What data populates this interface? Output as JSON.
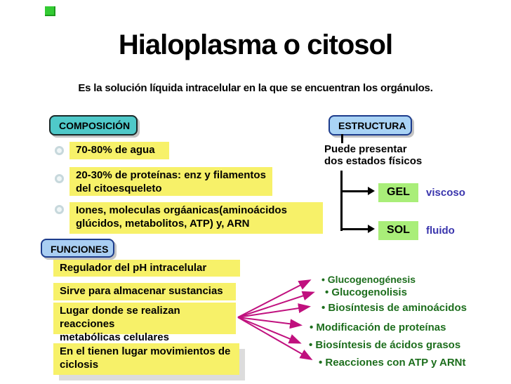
{
  "slide": {
    "title": "Hialoplasma o citosol",
    "subtitle": "Es la solución líquida intracelular en la que se encuentran los orgánulos."
  },
  "composicion": {
    "header": "COMPOSICIÓN",
    "items": [
      "70-80% de agua",
      "20-30% de proteínas: enz y filamentos\ndel citoesqueleto",
      "Iones, moleculas orgáanicas(aminoácidos\nglúcidos, metabolitos, ATP) y, ARN"
    ]
  },
  "estructura": {
    "header": "ESTRUCTURA",
    "intro": "Puede presentar\ndos estados físicos",
    "states": [
      {
        "name": "GEL",
        "property": "viscoso"
      },
      {
        "name": "SOL",
        "property": "fluido"
      }
    ]
  },
  "funciones": {
    "header": "FUNCIONES",
    "items": [
      "Regulador del pH intracelular",
      "Sirve para almacenar sustancias",
      "Lugar donde se realizan reacciones\nmetabólicas celulares",
      "En el tienen lugar movimientos de\nciclosis"
    ]
  },
  "reacciones": {
    "items": [
      "• Glucogenogénesis",
      "• Glucogenolisis",
      "• Biosíntesis de aminoácidos",
      "• Modificación de proteínas",
      "• Biosíntesis de ácidos grasos",
      "• Reacciones con ATP y ARNt"
    ]
  },
  "colors": {
    "teal_badge": "#4fc9c9",
    "blue_badge": "#a9d3f5",
    "yellow_box": "#f7f169",
    "green_state_box": "#a9ee79",
    "state_property_text": "#3a35ad",
    "reaction_text_green": "#1d6e1d",
    "arrow_magenta": "#c0107e"
  }
}
